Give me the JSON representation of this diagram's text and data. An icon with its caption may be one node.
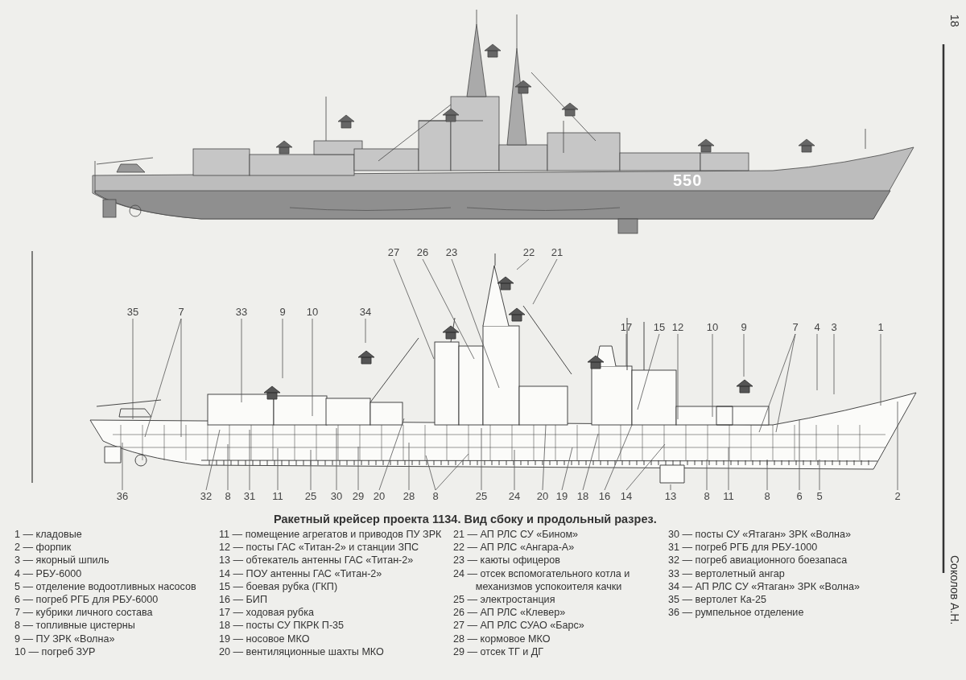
{
  "diagram": {
    "title": "Ракетный крейсер проекта 1134. Вид сбоку и продольный разрез.",
    "nodes": [
      {
        "text": [
          "27"
        ]
      },
      {
        "text": [
          "26"
        ]
      },
      {
        "text": [
          "23"
        ]
      },
      {
        "text": [
          "22"
        ]
      },
      {
        "text": [
          "21"
        ]
      },
      {
        "text": [
          "35"
        ]
      },
      {
        "text": [
          "7"
        ]
      },
      {
        "text": [
          "33"
        ]
      },
      {
        "text": [
          "9"
        ]
      },
      {
        "text": [
          "10"
        ]
      },
      {
        "text": [
          "34"
        ]
      },
      {
        "text": [
          "17"
        ]
      },
      {
        "text": [
          "15"
        ]
      },
      {
        "text": [
          "12"
        ]
      },
      {
        "text": [
          "10"
        ]
      },
      {
        "text": [
          "9"
        ]
      },
      {
        "text": [
          "7"
        ]
      },
      {
        "text": [
          "4"
        ]
      },
      {
        "text": [
          "3"
        ]
      },
      {
        "text": [
          "1"
        ]
      },
      {
        "text": [
          "36"
        ]
      },
      {
        "text": [
          "32"
        ]
      },
      {
        "text": [
          "8"
        ]
      },
      {
        "text": [
          "31"
        ]
      },
      {
        "text": [
          "11"
        ]
      },
      {
        "text": [
          "25"
        ]
      },
      {
        "text": [
          "30"
        ]
      },
      {
        "text": [
          "29"
        ]
      },
      {
        "text": [
          "20"
        ]
      },
      {
        "text": [
          "28"
        ]
      },
      {
        "text": [
          "8"
        ]
      },
      {
        "text": [
          "25"
        ]
      },
      {
        "text": [
          "24"
        ]
      },
      {
        "text": [
          "20"
        ]
      },
      {
        "text": [
          "19"
        ]
      },
      {
        "text": [
          "18"
        ]
      },
      {
        "text": [
          "16"
        ]
      },
      {
        "text": [
          "14"
        ]
      },
      {
        "text": [
          "13"
        ]
      },
      {
        "text": [
          "8"
        ]
      },
      {
        "text": [
          "11"
        ]
      },
      {
        "text": [
          "8"
        ]
      },
      {
        "text": [
          "6"
        ]
      },
      {
        "text": [
          "5"
        ]
      },
      {
        "text": [
          "2"
        ]
      }
    ],
    "edges": [
      {
        "from": 0,
        "to": null,
        "arrow": "none"
      },
      {
        "from": 1,
        "to": null,
        "arrow": "none"
      },
      {
        "from": 2,
        "to": null,
        "arrow": "none"
      },
      {
        "from": 3,
        "to": null,
        "arrow": "none"
      },
      {
        "from": 4,
        "to": null,
        "arrow": "none"
      },
      {
        "from": 5,
        "to": null,
        "arrow": "none"
      },
      {
        "from": 6,
        "to": null,
        "arrow": "none"
      },
      {
        "from": 6,
        "to": null,
        "arrow": "none"
      },
      {
        "from": 7,
        "to": null,
        "arrow": "none"
      },
      {
        "from": 8,
        "to": null,
        "arrow": "none"
      },
      {
        "from": 9,
        "to": null,
        "arrow": "none"
      },
      {
        "from": 10,
        "to": null,
        "arrow": "none"
      },
      {
        "from": 11,
        "to": null,
        "arrow": "none"
      },
      {
        "from": 12,
        "to": null,
        "arrow": "none"
      },
      {
        "from": 13,
        "to": null,
        "arrow": "none"
      },
      {
        "from": 14,
        "to": null,
        "arrow": "none"
      },
      {
        "from": 15,
        "to": null,
        "arrow": "none"
      },
      {
        "from": 16,
        "to": null,
        "arrow": "none"
      },
      {
        "from": 16,
        "to": null,
        "arrow": "none"
      },
      {
        "from": 17,
        "to": null,
        "arrow": "none"
      },
      {
        "from": 18,
        "to": null,
        "arrow": "none"
      },
      {
        "from": 19,
        "to": null,
        "arrow": "none"
      },
      {
        "from": 20,
        "to": null,
        "arrow": "none"
      },
      {
        "from": 21,
        "to": null,
        "arrow": "none"
      },
      {
        "from": 22,
        "to": null,
        "arrow": "none"
      },
      {
        "from": 23,
        "to": null,
        "arrow": "none"
      },
      {
        "from": 24,
        "to": null,
        "arrow": "none"
      },
      {
        "from": 25,
        "to": null,
        "arrow": "none"
      },
      {
        "from": 26,
        "to": null,
        "arrow": "none"
      },
      {
        "from": 27,
        "to": null,
        "arrow": "none"
      },
      {
        "from": 28,
        "to": null,
        "arrow": "none"
      },
      {
        "from": 29,
        "to": null,
        "arrow": "none"
      },
      {
        "from": 30,
        "to": null,
        "arrow": "none"
      },
      {
        "from": 30,
        "to": null,
        "arrow": "none"
      },
      {
        "from": 31,
        "to": null,
        "arrow": "none"
      },
      {
        "from": 32,
        "to": null,
        "arrow": "none"
      },
      {
        "from": 33,
        "to": null,
        "arrow": "none"
      },
      {
        "from": 34,
        "to": null,
        "arrow": "none"
      },
      {
        "from": 35,
        "to": null,
        "arrow": "none"
      },
      {
        "from": 36,
        "to": null,
        "arrow": "none"
      },
      {
        "from": 37,
        "to": null,
        "arrow": "none"
      },
      {
        "from": 38,
        "to": null,
        "arrow": "none"
      },
      {
        "from": 39,
        "to": null,
        "arrow": "none"
      },
      {
        "from": 40,
        "to": null,
        "arrow": "none"
      },
      {
        "from": 41,
        "to": null,
        "arrow": "none"
      },
      {
        "from": 42,
        "to": null,
        "arrow": "none"
      },
      {
        "from": 43,
        "to": null,
        "arrow": "none"
      },
      {
        "from": 44,
        "to": null,
        "arrow": "none"
      }
    ],
    "labels": [
      "18",
      "550",
      "1 — кладовые",
      "2 — форпик",
      "3 — якорный шпиль",
      "4 — РБУ-6000",
      "5 — отделение водоотливных насосов",
      "6 — погреб РГБ для РБУ-6000",
      "7 — кубрики личного состава",
      "8 — топливные цистерны",
      "9 — ПУ ЗРК «Волна»",
      "10 — погреб ЗУР",
      "11 — помещение агрегатов и приводов ПУ ЗРК",
      "12 — посты ГАС «Титан-2» и станции ЗПС",
      "13 — обтекатель антенны ГАС «Титан-2»",
      "14 — ПОУ антенны ГАС «Титан-2»",
      "15 — боевая рубка (ГКП)",
      "16 — БИП",
      "17 — ходовая рубка",
      "18 — посты СУ ПКРК П-35",
      "19 — носовое МКО",
      "20 — вентиляционные шахты МКО",
      "21 — АП РЛС СУ «Бином»",
      "22 — АП РЛС «Ангара-А»",
      "23 — каюты офицеров",
      "24 — отсек вспомогательного котла и механизмов успокоителя качки",
      "25 — электростанция",
      "26 — АП РЛС «Клевер»",
      "27 — АП РЛС СУАО «Барс»",
      "28 — кормовое МКО",
      "29 — отсек ТГ и ДГ",
      "30 — посты СУ «Ятаган» ЗРК «Волна»",
      "31 — погреб РГБ для РБУ-1000",
      "32 — погреб авиационного боезапаса",
      "33 — вертолетный ангар",
      "34 — АП РЛС СУ «Ятаган» ЗРК «Волна»",
      "35 — вертолет Ка-25",
      "36 — румпельное отделение",
      "Соколов А.Н."
    ]
  }
}
